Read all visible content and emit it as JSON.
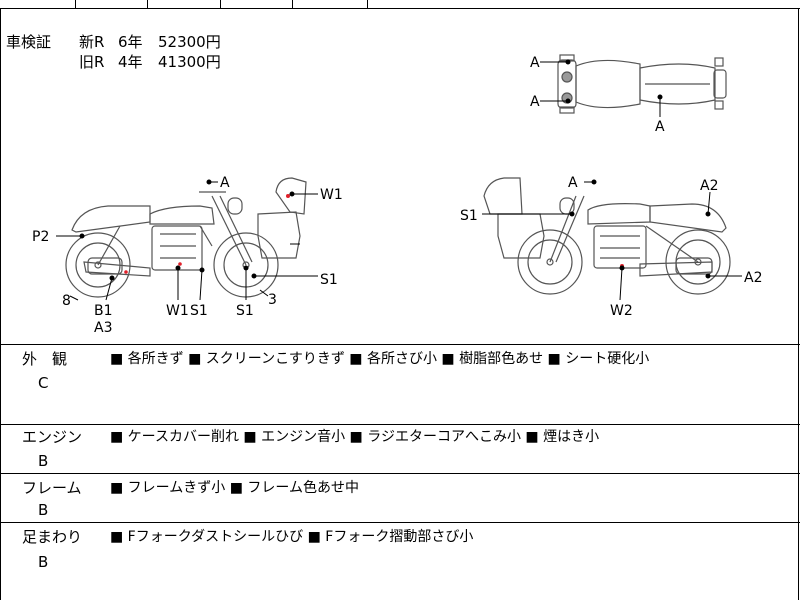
{
  "inspection": {
    "label": "車検証",
    "new_row": {
      "type": "新R",
      "years": "6年",
      "price": "52300円"
    },
    "old_row": {
      "type": "旧R",
      "years": "4年",
      "price": "41300円"
    }
  },
  "diagram_labels": {
    "top_view": [
      "A",
      "A",
      "A"
    ],
    "left_view": [
      "A",
      "W1",
      "P2",
      "S1",
      "8",
      "B1",
      "A3",
      "W1",
      "S1",
      "S1",
      "3"
    ],
    "right_view": [
      "A",
      "A2",
      "S1",
      "A2",
      "W2"
    ]
  },
  "sections": [
    {
      "title": "外　観",
      "grade": "C",
      "items": "■ 各所きず ■ スクリーンこすりきず ■ 各所さび小 ■ 樹脂部色あせ ■ シート硬化小"
    },
    {
      "title": "エンジン",
      "grade": "B",
      "items": "■ ケースカバー削れ ■ エンジン音小 ■ ラジエターコアへこみ小 ■ 煙はき小"
    },
    {
      "title": "フレーム",
      "grade": "B",
      "items": "■ フレームきず小 ■ フレーム色あせ中"
    },
    {
      "title": "足まわり",
      "grade": "B",
      "items": "■ Fフォークダストシールひび ■ Fフォーク摺動部さび小"
    }
  ],
  "colors": {
    "line": "#000000",
    "mark": "#e0202a",
    "sketch": "#555555"
  }
}
